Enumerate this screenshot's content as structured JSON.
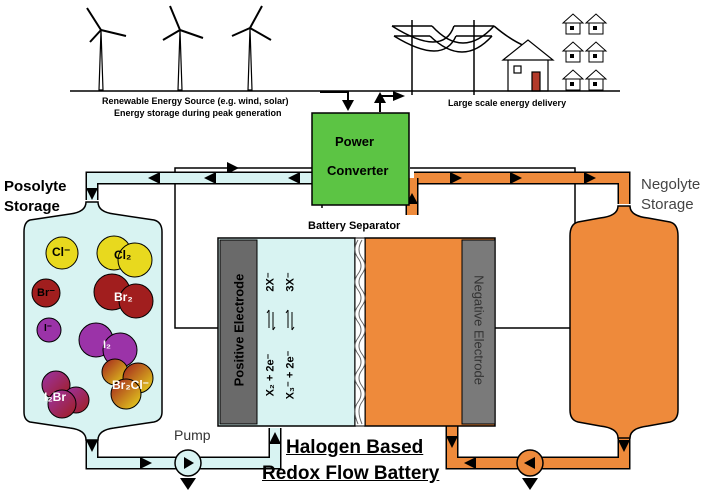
{
  "source_label_line1": "Renewable Energy Source (e.g. wind, solar)",
  "source_label_line2": "Energy storage during peak generation",
  "delivery_label": "Large scale energy delivery",
  "power_converter_line1": "Power",
  "power_converter_line2": "Converter",
  "posolyte_line1": "Posolyte",
  "posolyte_line2": "Storage",
  "negolyte_line1": "Negolyte",
  "negolyte_line2": "Storage",
  "separator_label": "Battery Separator",
  "positive_electrode": "Positive Electrode",
  "negative_electrode": "Negative Electrode",
  "pump_label": "Pump",
  "title_line1": "Halogen Based",
  "title_line2": "Redox Flow Battery",
  "reaction1_left": "X₂ + 2e⁻",
  "reaction1_right": "2X⁻",
  "reaction2_left": "X₃⁻ + 2e⁻",
  "reaction2_right": "3X⁻",
  "species": {
    "cl_minus": "Cl⁻",
    "cl2": "Cl₂",
    "br_minus": "Br⁻",
    "br2": "Br₂",
    "i_minus": "I⁻",
    "i2": "I₂",
    "i2br": "I₂Br",
    "br2cl": "Br₂Cl⁻"
  },
  "colors": {
    "posolyte": "#d8f3f2",
    "negolyte": "#ee8a3b",
    "converter": "#5cc444",
    "positive_electrode": "#6a6a6a",
    "negative_electrode": "#7a7a7a",
    "chlorine": "#e8d91e",
    "bromine": "#a11e1e",
    "iodine": "#9b33a8",
    "outline": "#000000"
  }
}
